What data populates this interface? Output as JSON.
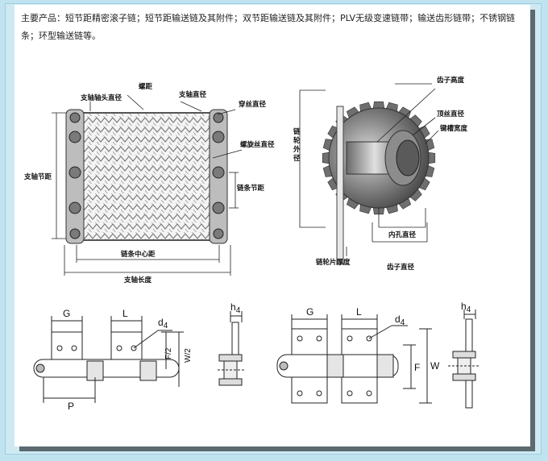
{
  "intro_text": "主要产品：短节距精密滚子链；短节距输送链及其附件；双节距输送链及其附件；PLV无级变速链带；输送齿形链带；不锈钢链条；环型输送链等。",
  "mesh_labels": {
    "pitch": "螺距",
    "shaft_head_dia": "支轴轴头直径",
    "shaft_dia": "支轴直径",
    "threading_wire_dia": "穿丝直径",
    "spiral_wire_dia": "螺旋丝直径",
    "shaft_pitch": "支轴节距",
    "chain_pitch": "链条节距",
    "chain_center_dist": "链条中心距",
    "shaft_length": "支轴长度"
  },
  "sprocket_labels": {
    "tooth_height": "齿子高度",
    "tip_dia": "顶丝直径",
    "keyway_width": "键槽宽度",
    "sprocket_outer_dia": "链轮外径",
    "bore_dia": "内孔直径",
    "plate_thickness": "链轮片厚度",
    "tooth_dia": "齿子直径"
  },
  "dims_left": {
    "G": "G",
    "L": "L",
    "d": "d",
    "d_sub": "4",
    "h": "h",
    "h_sub": "4",
    "F2": "F/2",
    "W2": "W/2",
    "P": "P"
  },
  "dims_right": {
    "G": "G",
    "L": "L",
    "d": "d",
    "d_sub": "4",
    "h": "h",
    "h_sub": "4",
    "F": "F",
    "W": "W"
  },
  "colors": {
    "background": "#bfe3ef",
    "paper": "#ffffff",
    "shadow": "#5a6a70"
  }
}
